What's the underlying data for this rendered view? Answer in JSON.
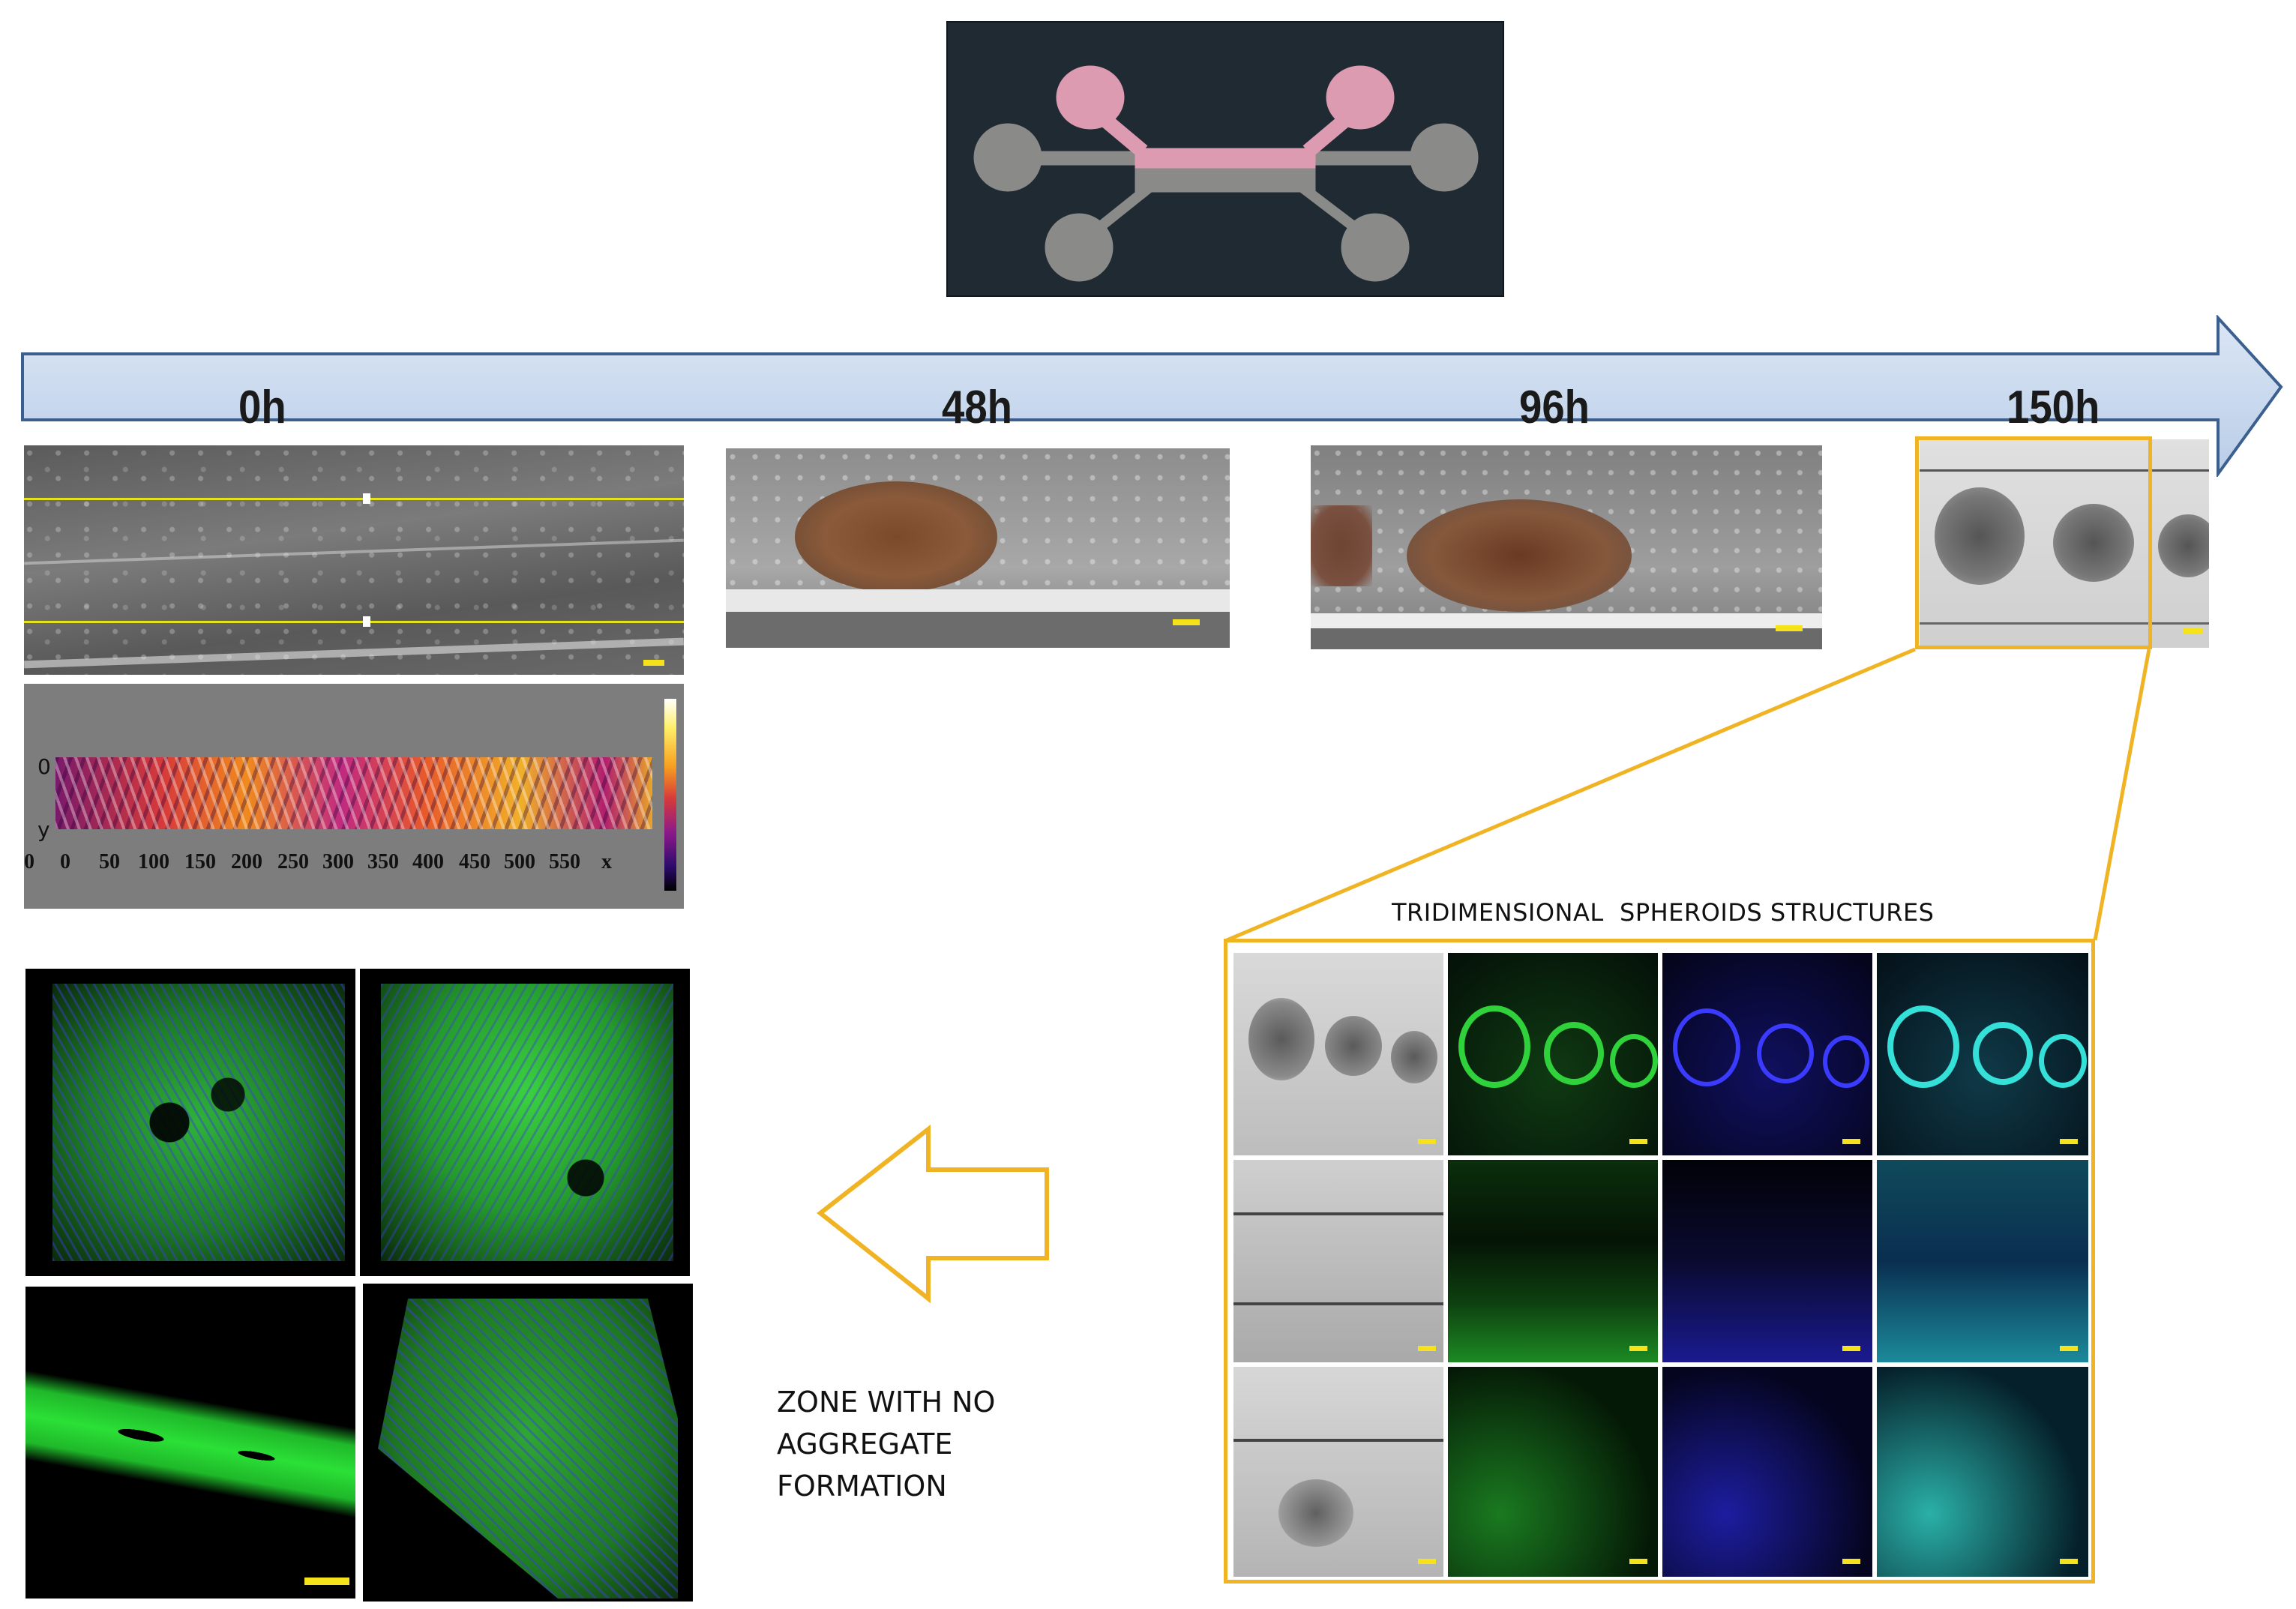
{
  "timeline": {
    "labels": [
      "0h",
      "48h",
      "96h",
      "150h"
    ],
    "arrow_color": "#c9d9ef",
    "arrow_stroke": "#3b5f8f"
  },
  "heatmap": {
    "y_axis": [
      "0",
      "y"
    ],
    "x_ticks": [
      "0",
      "0",
      "50",
      "100",
      "150",
      "200",
      "250",
      "300",
      "350",
      "400",
      "450",
      "500",
      "550"
    ],
    "x_axis_label": "x"
  },
  "spheroids_title": "TRIDIMENSIONAL  SPHEROIDS STRUCTURES",
  "zone_caption": [
    "ZONE WITH NO",
    "AGGREGATE",
    "FORMATION"
  ],
  "colors": {
    "highlight": "#f0b323",
    "scale_bar": "#f5e21a",
    "chip_background": "#1f2a33",
    "chip_pink": "#dd9bb1",
    "chip_gray": "#8a8a88",
    "stain_green": "#2fd23a",
    "stain_blue": "#3b3bff",
    "stain_cyan": "#35e0d8"
  },
  "icons": [
    "microfluidic-chip-icon",
    "timeline-arrow-icon",
    "left-arrow-icon"
  ]
}
